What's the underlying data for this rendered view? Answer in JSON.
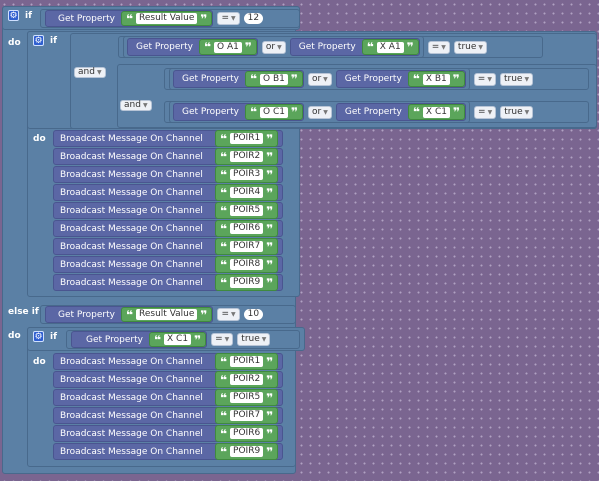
{
  "keywords": {
    "if": "if",
    "do": "do",
    "else_if": "else if",
    "and": "and",
    "or": "or",
    "eq": "=",
    "get_property": "Get Property",
    "broadcast": "Broadcast Message On Channel"
  },
  "outer_if": {
    "property": "Result Value",
    "value": "12"
  },
  "inner_if": {
    "cond1": {
      "left": "O A1",
      "right": "X A1",
      "result": "true"
    },
    "cond2": {
      "left": "O B1",
      "right": "X B1",
      "result": "true"
    },
    "cond3": {
      "left": "O C1",
      "right": "X C1",
      "result": "true"
    }
  },
  "messages1": [
    "POIR1",
    "POIR2",
    "POIR3",
    "POIR4",
    "POIR5",
    "POIR6",
    "POIR7",
    "POIR8",
    "POIR9"
  ],
  "else_if": {
    "property": "Result Value",
    "value": "10"
  },
  "inner_if2": {
    "property": "X C1",
    "result": "true"
  },
  "messages2": [
    "POIR1",
    "POIR2",
    "POIR5",
    "POIR7",
    "POIR6",
    "POIR9"
  ]
}
